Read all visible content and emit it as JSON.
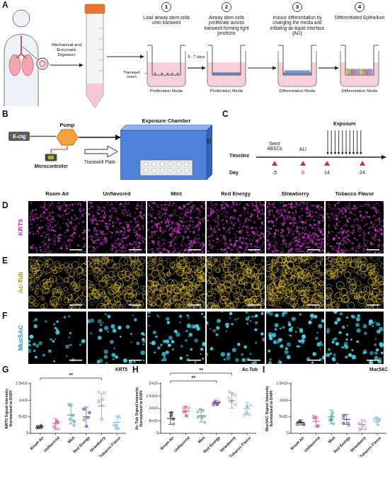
{
  "diagram": {
    "nodes": [
      {
        "text": [
          "1"
        ]
      },
      {
        "text": [
          "2"
        ]
      },
      {
        "text": [
          "3"
        ]
      },
      {
        "text": [
          "4"
        ]
      },
      {
        "text": [
          "E-cig"
        ]
      },
      {
        "text": [
          "Pump"
        ]
      },
      {
        "text": [
          "Microcontroller"
        ]
      },
      {
        "text": [
          "Exposure Chamber"
        ]
      }
    ],
    "edges": [
      {
        "from": 4,
        "to": 5,
        "arrow": "none"
      },
      {
        "from": 5,
        "to": 7,
        "arrow": "to"
      },
      {
        "from": 6,
        "to": 5,
        "arrow": "none"
      }
    ],
    "labels": [
      "A",
      "Mechanical and Enzymatic Digestion",
      "Load airway stem cells onto transwell",
      "Airway stem cells proliferate across transwell forming tight junctions",
      "Induce differentiation by changing the media and initiating air-liquid interface (ALI)",
      "Differentiated Epithelium",
      "Transwell insert",
      "Proliferation Media",
      "5 - 7 days",
      "Proliferation Media",
      "Differentiation Media",
      "Differentiation Media",
      "B",
      "Transwell Plate",
      "C",
      "Timeline",
      "Seed ABSCs",
      "ALI",
      "Exposure",
      "Day",
      "-5",
      "0",
      "14",
      "24",
      "Room Air",
      "Unflavored",
      "Mint",
      "Red Energy",
      "Strawberry",
      "Tobacco Flavor",
      "D",
      "KRT5",
      "E",
      "Ac-Tub",
      "F",
      "Muc5AC",
      "G",
      "KRT5",
      "KRT5 Signal Intensity Normalized to DAPI",
      "1.5×10⁵",
      "1×10⁵",
      "5×10⁴",
      "0",
      "Room Air",
      "Unflavored",
      "Mint",
      "Red Energy",
      "Strawberry",
      "Tobacco Flavor",
      "**",
      "H",
      "Ac-Tub",
      "Ac-Tub Signal Intensity Normalized to DAPI",
      "2×10⁵",
      "1.5×10⁵",
      "1×10⁵",
      "5×10⁴",
      "0",
      "Room Air",
      "Unflavored",
      "Mint",
      "Red Energy",
      "Strawberry",
      "Tobacco Flavor",
      "**",
      "**",
      "I",
      "Muc5AC",
      "Muc5AC Signal Intensity Normalized to DAPI",
      "1.5×10⁵",
      "1×10⁵",
      "5×10⁴",
      "0",
      "Room Air",
      "Unflavored",
      "Mint",
      "Red Energy",
      "Strawberry",
      "Tobacco Flavor"
    ]
  }
}
